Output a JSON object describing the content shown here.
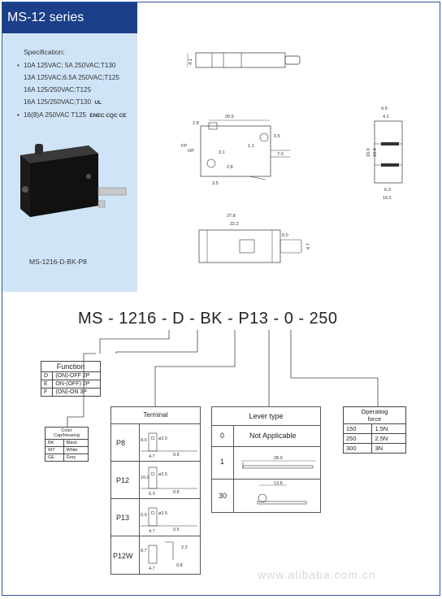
{
  "header": {
    "series": "MS-12 series"
  },
  "spec": {
    "title": "Specification:",
    "items": [
      {
        "bullet": "•",
        "text": "10A 125VAC; 5A 250VAC;T130"
      },
      {
        "bullet": "",
        "text": "13A 125VAC;6.5A 250VAC;T125"
      },
      {
        "bullet": "",
        "text": "16A 125/250VAC;T125"
      },
      {
        "bullet": "",
        "text": "16A 125/250VAC;T130",
        "cert": "UL"
      },
      {
        "bullet": "•",
        "text": "16(8)A  250VAC T125",
        "cert": "ENEC CQC CE"
      }
    ],
    "model_caption": "MS-1216-D-BK-P8"
  },
  "dims": {
    "top_view": [
      "4.1"
    ],
    "front_view": [
      "20.5",
      "2.8",
      "0.5",
      "1.1",
      "3.1",
      "7.0",
      "2.8",
      "3.5",
      "FP",
      "OP"
    ],
    "side_view": [
      "9.9",
      "4.1",
      "16.0",
      "10.4",
      "6.3",
      "10.2"
    ],
    "bottom_view": [
      "27.8",
      "22.2",
      "8.0",
      "4.7"
    ]
  },
  "part_number": {
    "segments": [
      "MS",
      "-",
      "1216",
      "-",
      "D",
      "-",
      "BK",
      "-",
      "P13",
      "-",
      "0",
      "-",
      "250"
    ]
  },
  "function_table": {
    "title": "Function",
    "rows": [
      {
        "code": "D",
        "desc": "(ON)-OFF  2P"
      },
      {
        "code": "E",
        "desc": "ON-(OFF)  2P"
      },
      {
        "code": "F",
        "desc": "(ON)-ON  3P"
      }
    ]
  },
  "color_table": {
    "title": "Color",
    "subtitle": "Cap/Housing",
    "rows": [
      {
        "code": "BK",
        "desc": "Black"
      },
      {
        "code": "WT",
        "desc": "White"
      },
      {
        "code": "GE",
        "desc": "Grey"
      }
    ]
  },
  "terminal_table": {
    "title": "Terminal",
    "rows": [
      {
        "code": "P8",
        "dims": [
          "8.0",
          "ø2.5",
          "4.7",
          "0.8"
        ]
      },
      {
        "code": "P12",
        "dims": [
          "10.0",
          "ø2.5",
          "6.3",
          "0.8"
        ]
      },
      {
        "code": "P13",
        "dims": [
          "6.0",
          "ø2.5",
          "4.7",
          "0.5"
        ]
      },
      {
        "code": "P12W",
        "dims": [
          "8.7",
          "2.2",
          "4.7",
          "0.8"
        ]
      }
    ]
  },
  "lever_table": {
    "title": "Lever type",
    "rows": [
      {
        "code": "0",
        "desc": "Not Applicable"
      },
      {
        "code": "1",
        "dim": "28.0"
      },
      {
        "code": "30",
        "dim": "13.6"
      }
    ]
  },
  "force_table": {
    "title": "Operatiog",
    "title2": "force",
    "rows": [
      {
        "code": "150",
        "value": "1.5N"
      },
      {
        "code": "250",
        "value": "2.5N"
      },
      {
        "code": "300",
        "value": "3N"
      }
    ]
  },
  "watermark": "www.alibaba.com.cn"
}
